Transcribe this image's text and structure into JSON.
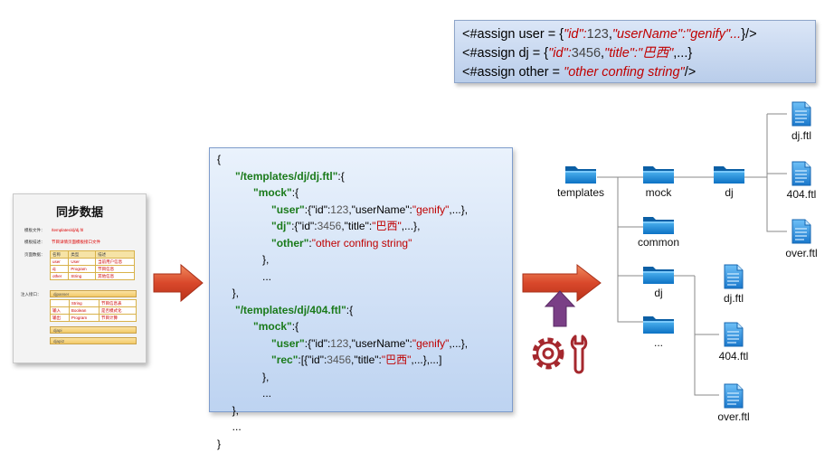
{
  "assign": {
    "line1": {
      "prefix": "<#assign user = {",
      "q1": "\"id\":",
      "v1": "123",
      "comma1": ",",
      "q2": "\"userName\":",
      "v2": "\"genify\"...",
      "suffix": "}/>"
    },
    "line2": {
      "prefix": "<#assign dj = {",
      "q1": "\"id\":",
      "v1": "3456",
      "comma1": ",",
      "q2": "\"title\":",
      "v2": "\"巴西\"",
      "suffix": ",...}"
    },
    "line3": {
      "prefix": "<#assign other = ",
      "v1": "\"other confing string\"",
      "suffix": "/>"
    }
  },
  "doc": {
    "title": "同步数据",
    "row1_label": "模板文件：",
    "row1_value": "/templates/dj/dj.ftl",
    "row2_label": "模板描述：",
    "row2_value": "节目详情页面模板接口文件",
    "row3_label": "页面数据：",
    "table1": {
      "headers": [
        "名称",
        "类型",
        "描述"
      ],
      "rows": [
        [
          "user",
          "User",
          "当前用户信息"
        ],
        [
          "dj",
          "Program",
          "节目信息"
        ],
        [
          "other",
          "String",
          "其他信息"
        ]
      ]
    },
    "row4_label": "注入接口：",
    "bar1": "djpanser",
    "table2": {
      "rows": [
        [
          "",
          "String",
          "节目信息表"
        ],
        [
          "输入",
          "Boolean",
          "是否模式化"
        ],
        [
          "输出",
          "Program",
          "节目计算"
        ]
      ]
    },
    "bar2": "djapi",
    "bar3": "djapi2"
  },
  "json": {
    "l01": "{",
    "l02_key": "\"/templates/dj/dj.ftl\"",
    "l02_tail": ":{",
    "l03_key": "\"mock\"",
    "l03_tail": ":{",
    "l04_key": "\"user\"",
    "l04_a": ":{\"id\":",
    "l04_n": "123",
    "l04_b": ",\"userName\":",
    "l04_s": "\"genify\"",
    "l04_c": ",...},",
    "l05_key": "\"dj\"",
    "l05_a": ":{\"id\":",
    "l05_n": "3456",
    "l05_b": ",\"title\":",
    "l05_s": "\"巴西\"",
    "l05_c": ",...},",
    "l06_key": "\"other\"",
    "l06_a": ":",
    "l06_s": "\"other confing string\"",
    "l07": "},",
    "l08": "...",
    "l09": "},",
    "l10_key": "\"/templates/dj/404.ftl\"",
    "l10_tail": ":{",
    "l11_key": "\"mock\"",
    "l11_tail": ":{",
    "l12_key": "\"user\"",
    "l12_a": ":{\"id\":",
    "l12_n": "123",
    "l12_b": ",\"userName\":",
    "l12_s": "\"genify\"",
    "l12_c": ",...},",
    "l13_key": "\"rec\"",
    "l13_a": ":[{\"id\":",
    "l13_n": "3456",
    "l13_b": ",\"title\":",
    "l13_s": "\"巴西\"",
    "l13_c": ",...},...]",
    "l14": "},",
    "l15": "...",
    "l16": "},",
    "l17": "...",
    "l18": "}"
  },
  "tree": {
    "templates": "templates",
    "mock": "mock",
    "mock_dj": "dj",
    "dj_ftl": "dj.ftl",
    "p404_ftl": "404.ftl",
    "over_ftl": "over.ftl",
    "common": "common",
    "dj": "dj",
    "dj2_ftl": "dj.ftl",
    "p404b_ftl": "404.ftl",
    "overb_ftl": "over.ftl",
    "more": "..."
  },
  "colors": {
    "arrow": "#d9482b",
    "up_arrow": "#7a3f86",
    "tool": "#a5282e",
    "folder": "#1e8fd8",
    "file": "#2d8fdc"
  },
  "icons": {
    "process_arrow": "right-arrow-icon",
    "tool": "gear-wrench-icon",
    "folder": "folder-icon",
    "file": "file-icon"
  }
}
